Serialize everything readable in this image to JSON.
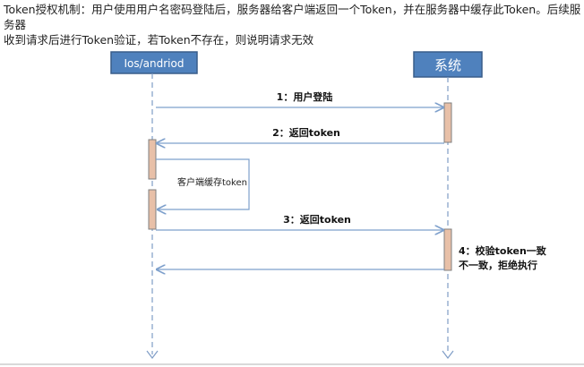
{
  "description": {
    "line1": "Token授权机制：用户使用用户名密码登陆后，服务器给客户端返回一个Token，并在服务器中缓存此Token。后续服务器",
    "line2": "收到请求后进行Token验证，若Token不存在，则说明请求无效"
  },
  "actors": {
    "client": "Ios/andriod",
    "server": "系统"
  },
  "messages": {
    "m1": "1：用户登陆",
    "m2": "2：返回token",
    "m3": "3：返回token"
  },
  "notes": {
    "client_cache": "客户端缓存token",
    "server_verify_1": "4：校验token一致",
    "server_verify_2": "不一致，拒绝执行"
  },
  "colors": {
    "actor_fill": "#4f81bd",
    "actor_stroke": "#385d8a",
    "lifeline": "#7f9cc6",
    "arrow": "#7ea0cc",
    "activation_fill": "#e8c0a8",
    "activation_stroke": "#7f7f7f"
  }
}
